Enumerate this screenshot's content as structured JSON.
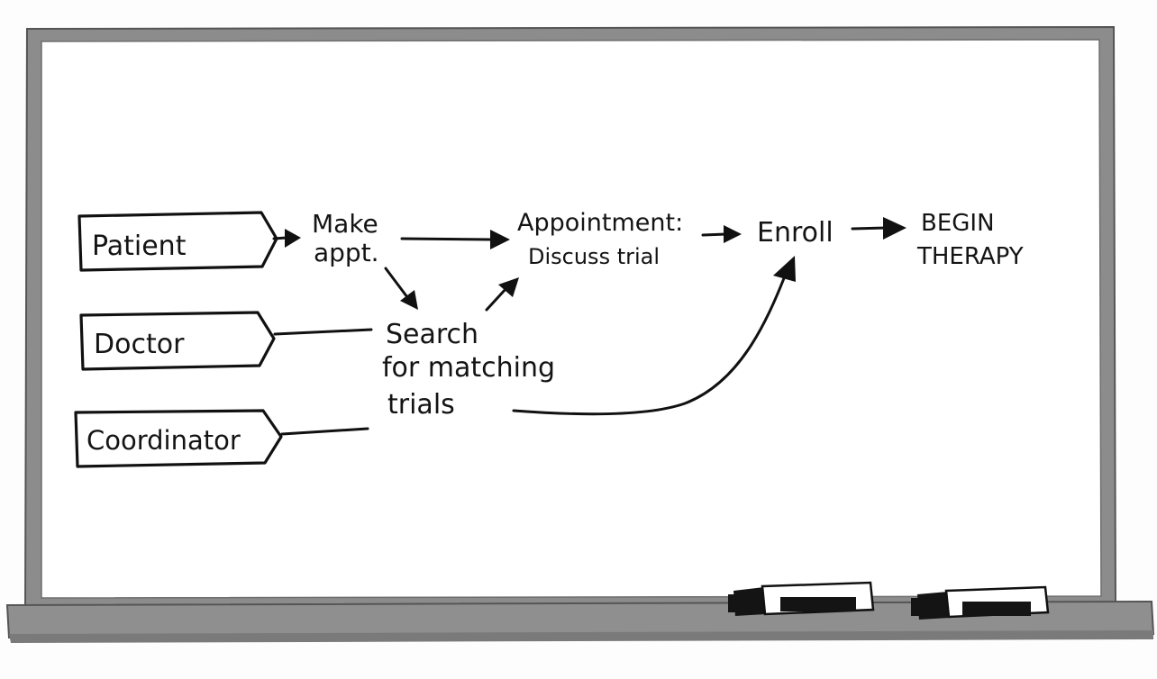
{
  "board": {
    "frame_color": "#8a8a8a",
    "surface_color": "#ffffff",
    "ink_color": "#111111"
  },
  "roles": {
    "patient": "Patient",
    "doctor": "Doctor",
    "coordinator": "Coordinator"
  },
  "steps": {
    "make_appt": [
      "Make",
      "appt."
    ],
    "search": [
      "Search",
      "for matching",
      "trials"
    ],
    "appointment": [
      "Appointment:",
      "Discuss trial"
    ],
    "enroll": "Enroll",
    "begin_therapy": [
      "BEGIN",
      "THERAPY"
    ]
  },
  "markers": [
    {
      "name": "marker-left",
      "color": "#111111"
    },
    {
      "name": "marker-right",
      "color": "#111111"
    }
  ]
}
